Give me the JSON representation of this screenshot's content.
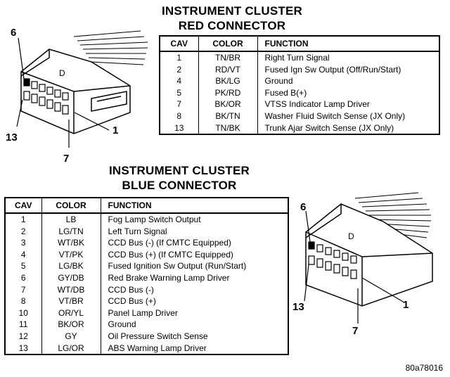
{
  "red_connector": {
    "title_line1": "INSTRUMENT CLUSTER",
    "title_line2": "RED CONNECTOR",
    "headers": {
      "cav": "CAV",
      "color": "COLOR",
      "function": "FUNCTION"
    },
    "rows": [
      {
        "cav": "1",
        "color": "TN/BR",
        "function": "Right Turn Signal"
      },
      {
        "cav": "2",
        "color": "RD/VT",
        "function": "Fused Ign Sw Output (Off/Run/Start)"
      },
      {
        "cav": "4",
        "color": "BK/LG",
        "function": "Ground"
      },
      {
        "cav": "5",
        "color": "PK/RD",
        "function": "Fused B(+)"
      },
      {
        "cav": "7",
        "color": "BK/OR",
        "function": "VTSS Indicator Lamp Driver"
      },
      {
        "cav": "8",
        "color": "BK/TN",
        "function": "Washer Fluid Switch Sense (JX Only)"
      },
      {
        "cav": "13",
        "color": "TN/BK",
        "function": "Trunk Ajar Switch Sense (JX Only)"
      }
    ],
    "pin_labels": {
      "top": "6",
      "left": "13",
      "bottom": "7",
      "right": "1"
    }
  },
  "blue_connector": {
    "title_line1": "INSTRUMENT CLUSTER",
    "title_line2": "BLUE CONNECTOR",
    "headers": {
      "cav": "CAV",
      "color": "COLOR",
      "function": "FUNCTION"
    },
    "rows": [
      {
        "cav": "1",
        "color": "LB",
        "function": "Fog Lamp Switch Output"
      },
      {
        "cav": "2",
        "color": "LG/TN",
        "function": "Left Turn Signal"
      },
      {
        "cav": "3",
        "color": "WT/BK",
        "function": "CCD Bus (-) (If CMTC Equipped)"
      },
      {
        "cav": "4",
        "color": "VT/PK",
        "function": "CCD Bus (+) (If CMTC Equipped)"
      },
      {
        "cav": "5",
        "color": "LG/BK",
        "function": "Fused Ignition Sw Output (Run/Start)"
      },
      {
        "cav": "6",
        "color": "GY/DB",
        "function": "Red Brake Warning Lamp Driver"
      },
      {
        "cav": "7",
        "color": "WT/DB",
        "function": "CCD Bus (-)"
      },
      {
        "cav": "8",
        "color": "VT/BR",
        "function": "CCD Bus (+)"
      },
      {
        "cav": "10",
        "color": "OR/YL",
        "function": "Panel Lamp Driver"
      },
      {
        "cav": "11",
        "color": "BK/OR",
        "function": "Ground"
      },
      {
        "cav": "12",
        "color": "GY",
        "function": "Oil Pressure Switch Sense"
      },
      {
        "cav": "13",
        "color": "LG/OR",
        "function": "ABS Warning Lamp Driver"
      }
    ],
    "pin_labels": {
      "top": "6",
      "left": "13",
      "bottom": "7",
      "right": "1"
    }
  },
  "figure_id": "80a78016"
}
